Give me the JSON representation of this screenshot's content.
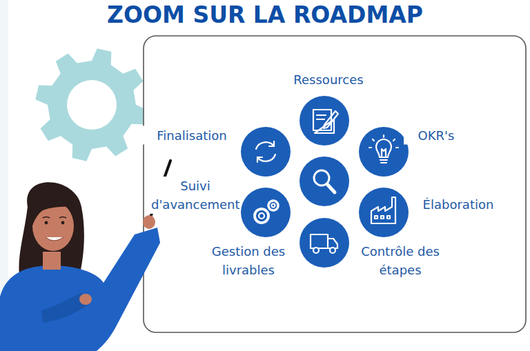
{
  "diagram": {
    "title": "ZOOM SUR LA ROADMAP",
    "labels": [
      "Ressources",
      "OKR's",
      "Élaboration",
      "Contrôle des étapes",
      "Gestion des livrables",
      "Suivi d'avancement",
      "Finalisation"
    ]
  }
}
